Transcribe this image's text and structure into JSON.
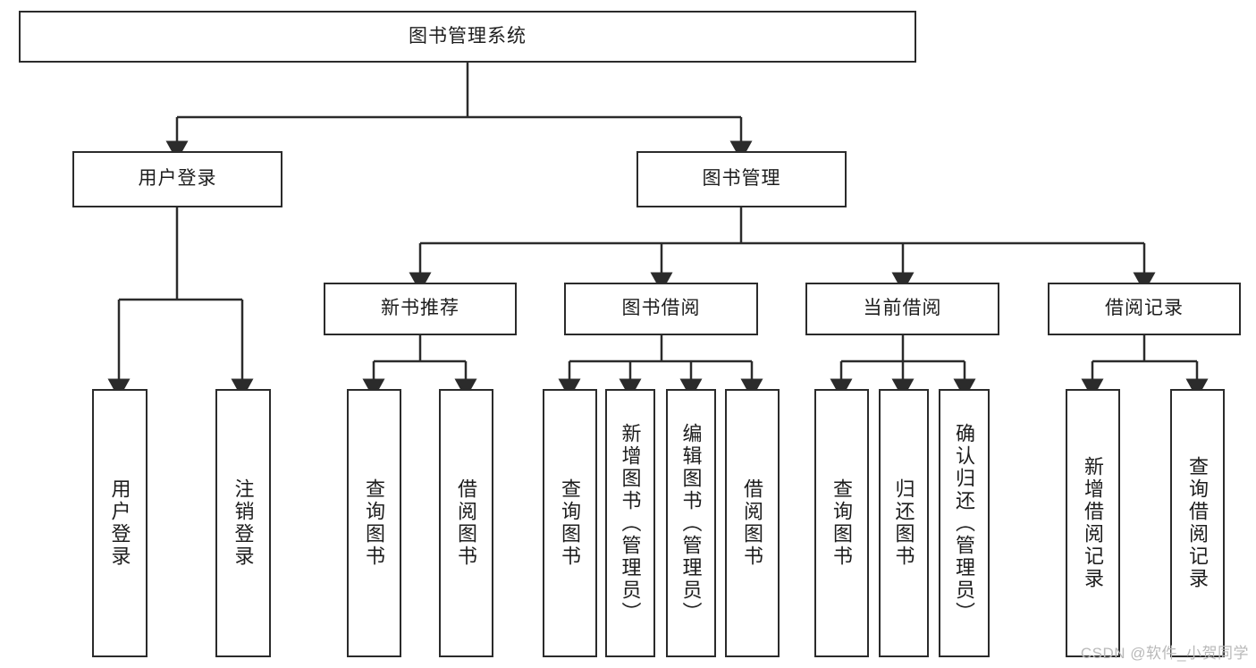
{
  "diagram": {
    "title": "图书管理系统",
    "root": {
      "label": "图书管理系统"
    },
    "level2": [
      {
        "label": "用户登录"
      },
      {
        "label": "图书管理"
      }
    ],
    "level3": [
      {
        "label": "新书推荐"
      },
      {
        "label": "图书借阅"
      },
      {
        "label": "当前借阅"
      },
      {
        "label": "借阅记录"
      }
    ],
    "leaves": {
      "user_login": [
        {
          "label": "用户登录"
        },
        {
          "label": "注销登录"
        }
      ],
      "new_book_recommend": [
        {
          "label": "查询图书"
        },
        {
          "label": "借阅图书"
        }
      ],
      "book_borrow": [
        {
          "label": "查询图书"
        },
        {
          "label": "新增图书（管理员）"
        },
        {
          "label": "编辑图书（管理员）"
        },
        {
          "label": "借阅图书"
        }
      ],
      "current_borrow": [
        {
          "label": "查询图书"
        },
        {
          "label": "归还图书"
        },
        {
          "label": "确认归还（管理员）"
        }
      ],
      "borrow_record": [
        {
          "label": "新增借阅记录"
        },
        {
          "label": "查询借阅记录"
        }
      ]
    }
  },
  "watermark": {
    "text": "CSDN @软件_小贺同学"
  },
  "colors": {
    "stroke": "#2b2b2b",
    "text": "#1d1d1d",
    "background": "#ffffff",
    "watermark": "#b9b9b9"
  }
}
